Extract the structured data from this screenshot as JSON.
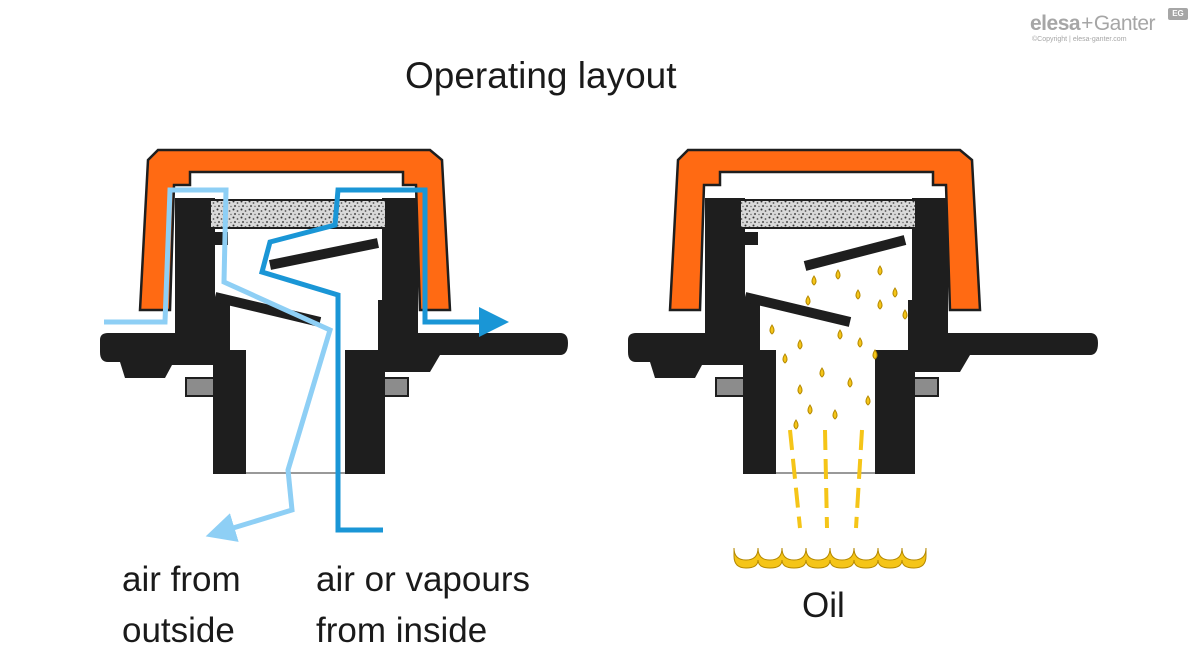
{
  "logo": {
    "brand_left": "elesa",
    "brand_right": "Ganter",
    "badge": "EG",
    "copyright": "©Copyright | elesa-ganter.com"
  },
  "title": "Operating layout",
  "labels": {
    "air_outside_line1": "air from",
    "air_outside_line2": "outside",
    "vapours_line1": "air or vapours",
    "vapours_line2": "from inside",
    "oil": "Oil"
  },
  "colors": {
    "cap": "#ff6a13",
    "body": "#1e1e1e",
    "outside_air": "#8ecff5",
    "inside_vapour": "#1a96d6",
    "oil": "#f5c518",
    "seal": "#8c8c8c"
  }
}
